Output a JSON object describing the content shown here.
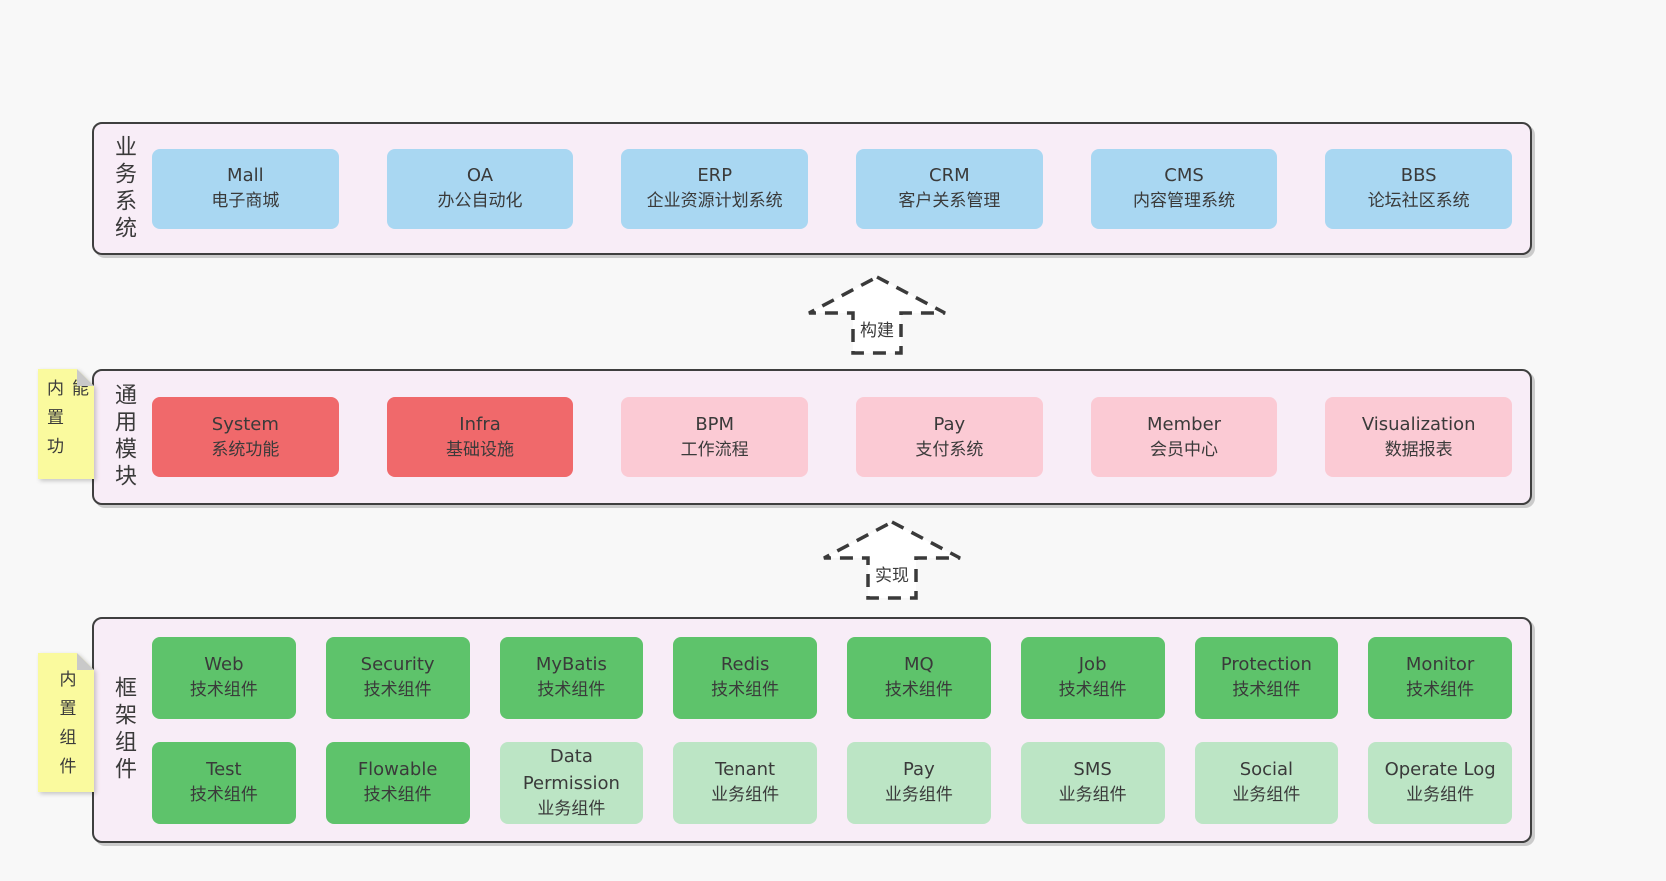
{
  "colors": {
    "page_bg": "#f8f8f8",
    "panel_bg": "#f8edf7",
    "panel_border": "#3f3f3f",
    "text": "#3a3a3a",
    "arrow": "#3a3a3a",
    "sticky_yellow": "#fafa9e",
    "sticky_fold": "#c9c9c9",
    "blue": "#a9d7f2",
    "red": "#f0696b",
    "pink": "#fbcad4",
    "green": "#5ec36b",
    "light_green": "#bce5c5"
  },
  "sections": [
    {
      "name": "business-systems",
      "side_label": "业务系统",
      "rows": [
        [
          {
            "title": "Mall",
            "subtitle": "电子商城",
            "variant": "blue"
          },
          {
            "title": "OA",
            "subtitle": "办公自动化",
            "variant": "blue"
          },
          {
            "title": "ERP",
            "subtitle": "企业资源计划系统",
            "variant": "blue"
          },
          {
            "title": "CRM",
            "subtitle": "客户关系管理",
            "variant": "blue"
          },
          {
            "title": "CMS",
            "subtitle": "内容管理系统",
            "variant": "blue"
          },
          {
            "title": "BBS",
            "subtitle": "论坛社区系统",
            "variant": "blue"
          }
        ]
      ]
    },
    {
      "name": "common-modules",
      "side_label": "通用模块",
      "sticky_note": "内置功能",
      "rows": [
        [
          {
            "title": "System",
            "subtitle": "系统功能",
            "variant": "red"
          },
          {
            "title": "Infra",
            "subtitle": "基础设施",
            "variant": "red"
          },
          {
            "title": "BPM",
            "subtitle": "工作流程",
            "variant": "pink"
          },
          {
            "title": "Pay",
            "subtitle": "支付系统",
            "variant": "pink"
          },
          {
            "title": "Member",
            "subtitle": "会员中心",
            "variant": "pink"
          },
          {
            "title": "Visualization",
            "subtitle": "数据报表",
            "variant": "pink"
          }
        ]
      ]
    },
    {
      "name": "framework-components",
      "side_label": "框架组件",
      "sticky_note": "内置组件",
      "rows": [
        [
          {
            "title": "Web",
            "subtitle": "技术组件",
            "variant": "green"
          },
          {
            "title": "Security",
            "subtitle": "技术组件",
            "variant": "green"
          },
          {
            "title": "MyBatis",
            "subtitle": "技术组件",
            "variant": "green"
          },
          {
            "title": "Redis",
            "subtitle": "技术组件",
            "variant": "green"
          },
          {
            "title": "MQ",
            "subtitle": "技术组件",
            "variant": "green"
          },
          {
            "title": "Job",
            "subtitle": "技术组件",
            "variant": "green"
          },
          {
            "title": "Protection",
            "subtitle": "技术组件",
            "variant": "green"
          },
          {
            "title": "Monitor",
            "subtitle": "技术组件",
            "variant": "green"
          }
        ],
        [
          {
            "title": "Test",
            "subtitle": "技术组件",
            "variant": "green"
          },
          {
            "title": "Flowable",
            "subtitle": "技术组件",
            "variant": "green"
          },
          {
            "title": "Data Permission",
            "subtitle": "业务组件",
            "variant": "light_green"
          },
          {
            "title": "Tenant",
            "subtitle": "业务组件",
            "variant": "light_green"
          },
          {
            "title": "Pay",
            "subtitle": "业务组件",
            "variant": "light_green"
          },
          {
            "title": "SMS",
            "subtitle": "业务组件",
            "variant": "light_green"
          },
          {
            "title": "Social",
            "subtitle": "业务组件",
            "variant": "light_green"
          },
          {
            "title": "Operate Log",
            "subtitle": "业务组件",
            "variant": "light_green"
          }
        ]
      ]
    }
  ],
  "arrows": [
    {
      "label": "构建"
    },
    {
      "label": "实现"
    }
  ]
}
